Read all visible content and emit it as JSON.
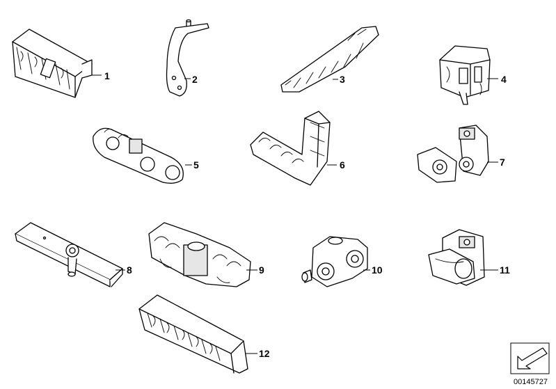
{
  "callouts": [
    "1",
    "2",
    "3",
    "4",
    "5",
    "6",
    "7",
    "8",
    "9",
    "10",
    "11",
    "12"
  ],
  "diagram_number": "00145727",
  "corner_icon": "arrow-down-left-icon"
}
